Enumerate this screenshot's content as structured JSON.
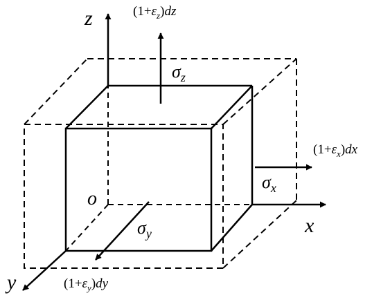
{
  "axes": {
    "x": "x",
    "y": "y",
    "z": "z",
    "origin": "o"
  },
  "stresses": {
    "x": {
      "symbol": "σ",
      "sub": "x"
    },
    "y": {
      "symbol": "σ",
      "sub": "y"
    },
    "z": {
      "symbol": "σ",
      "sub": "z"
    }
  },
  "elongations": {
    "x": {
      "open": "(1+",
      "eps": "ε",
      "sub": "x",
      "close": ")",
      "d": "dx"
    },
    "y": {
      "open": "(1+",
      "eps": "ε",
      "sub": "y",
      "close": ")",
      "d": "dy"
    },
    "z": {
      "open": "(1+",
      "eps": "ε",
      "sub": "z",
      "close": ")",
      "d": "dz"
    }
  },
  "colors": {
    "line": "#000000",
    "background": "#ffffff"
  }
}
